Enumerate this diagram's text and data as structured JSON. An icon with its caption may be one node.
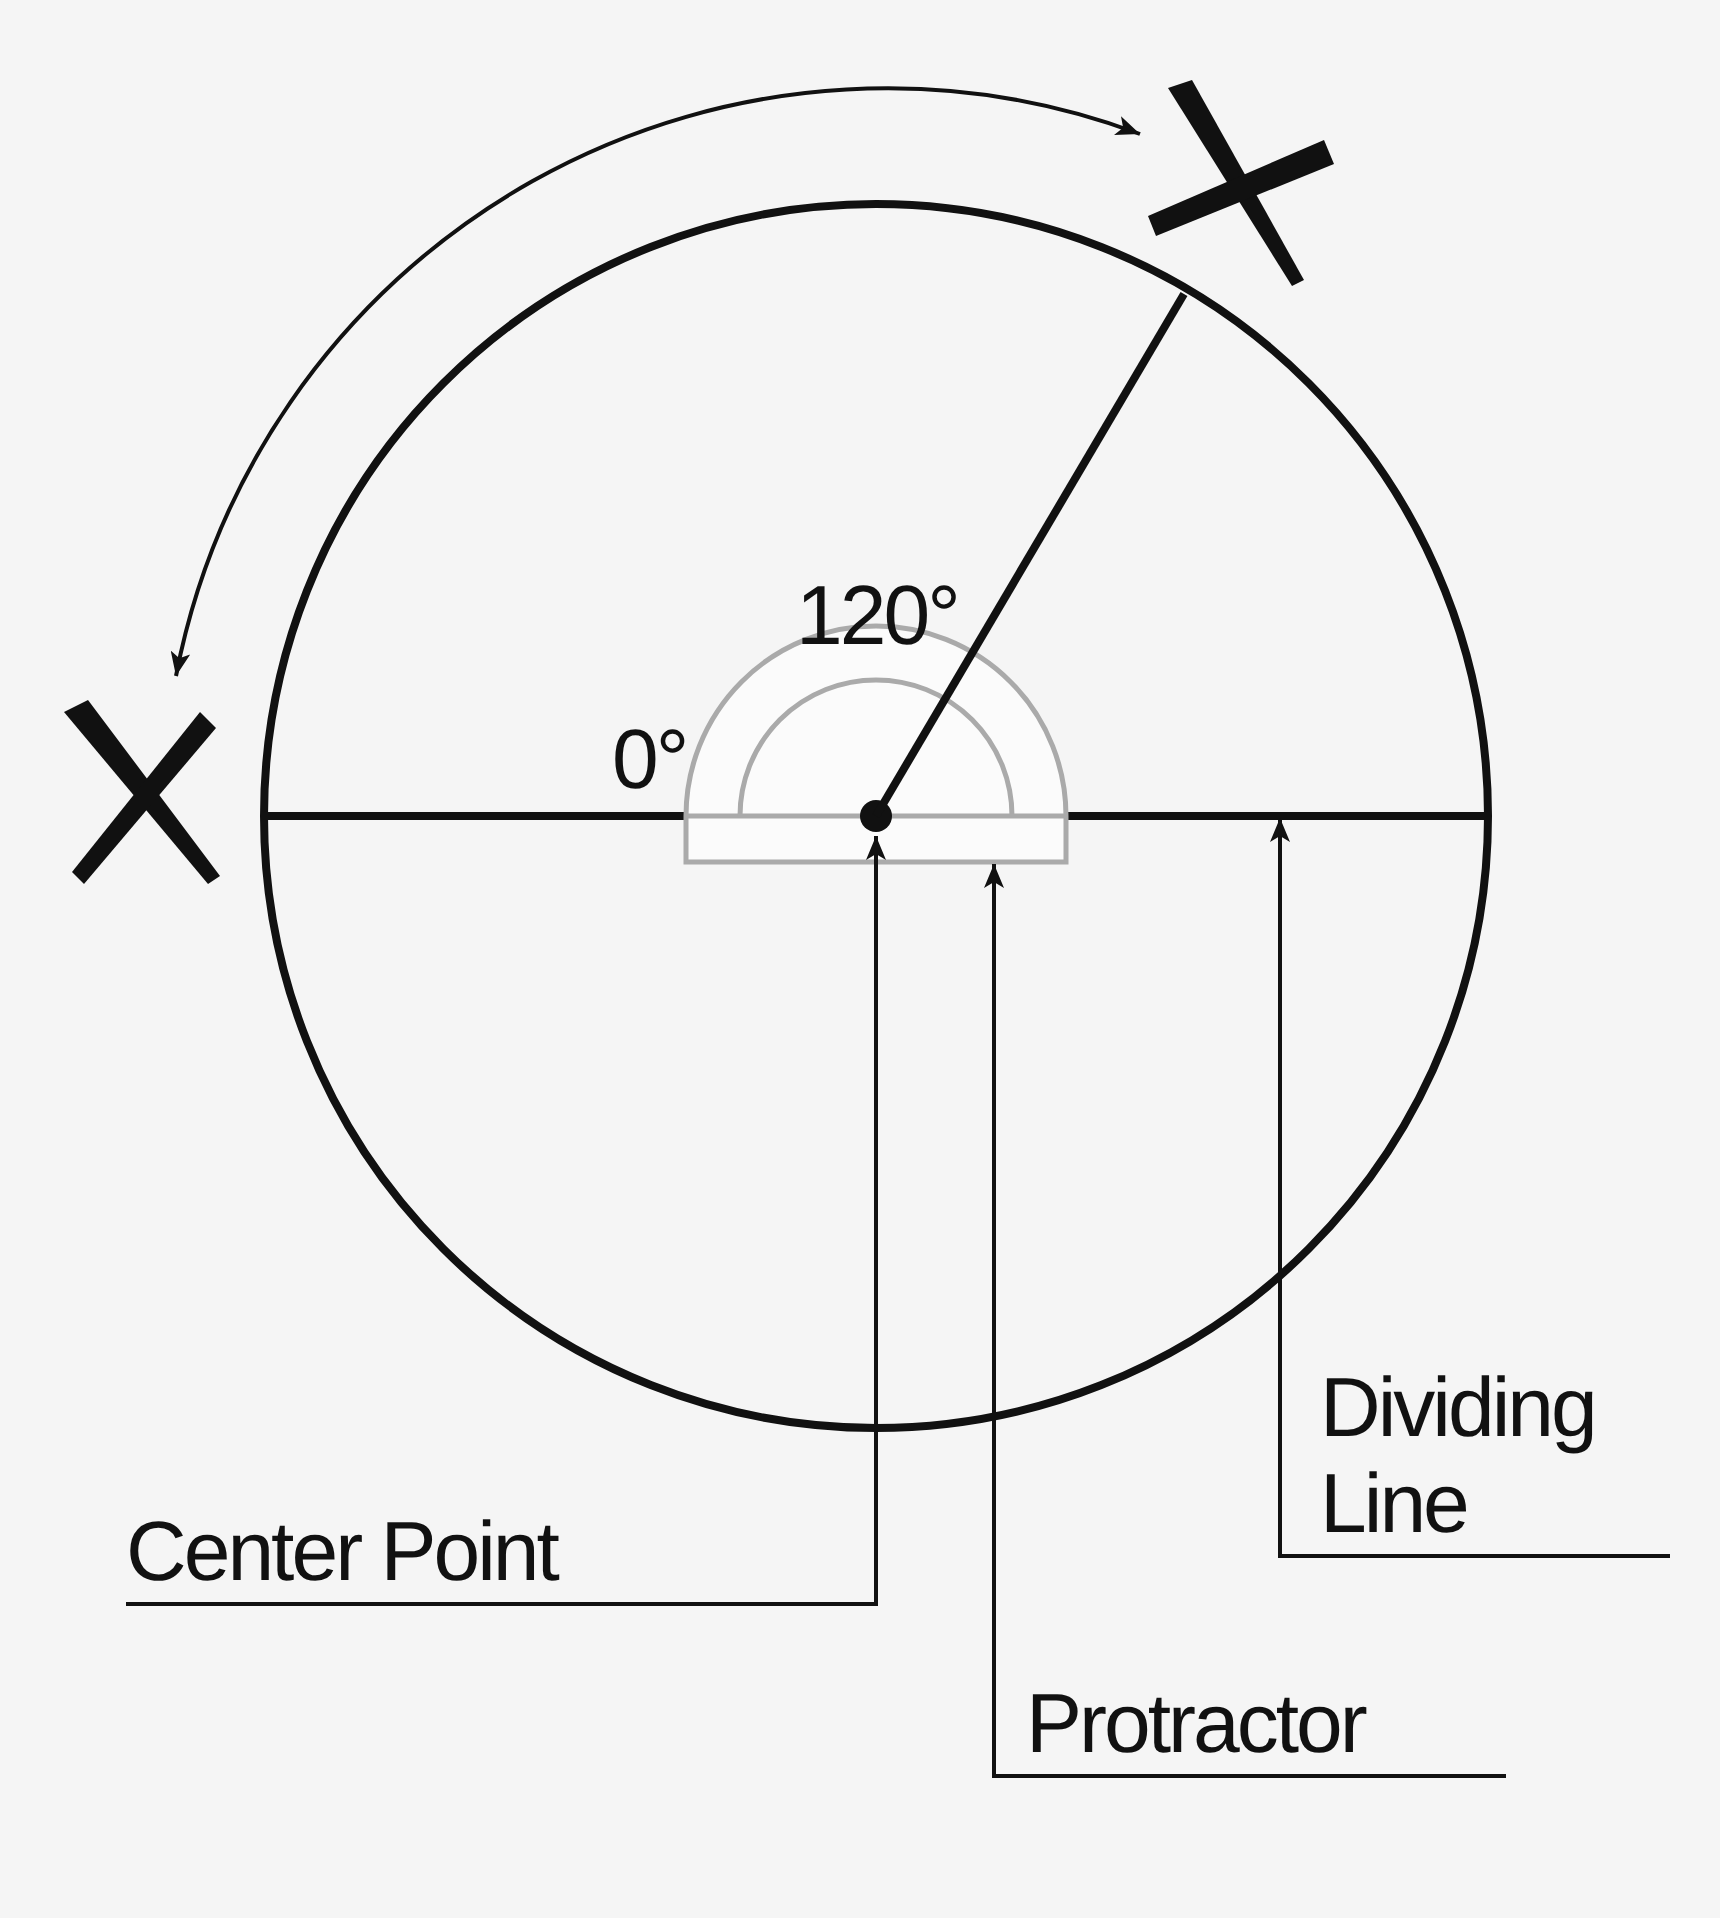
{
  "diagram": {
    "nodes": [
      {
        "text": [
          "Center Point"
        ]
      },
      {
        "text": [
          "Protractor"
        ]
      },
      {
        "text": [
          "Dividing Line"
        ]
      },
      {
        "text": [],
        "shape": "circle",
        "in": 4
      },
      {
        "text": [],
        "shape": "semicircle"
      },
      {
        "text": [],
        "shape": "line"
      }
    ],
    "edges": [
      {
        "from": 0,
        "to": 3,
        "arrow": "to"
      },
      {
        "from": 1,
        "to": 4,
        "arrow": "to"
      },
      {
        "from": 2,
        "to": 5,
        "arrow": "to"
      }
    ],
    "labels": [
      "0°",
      "120°"
    ]
  }
}
